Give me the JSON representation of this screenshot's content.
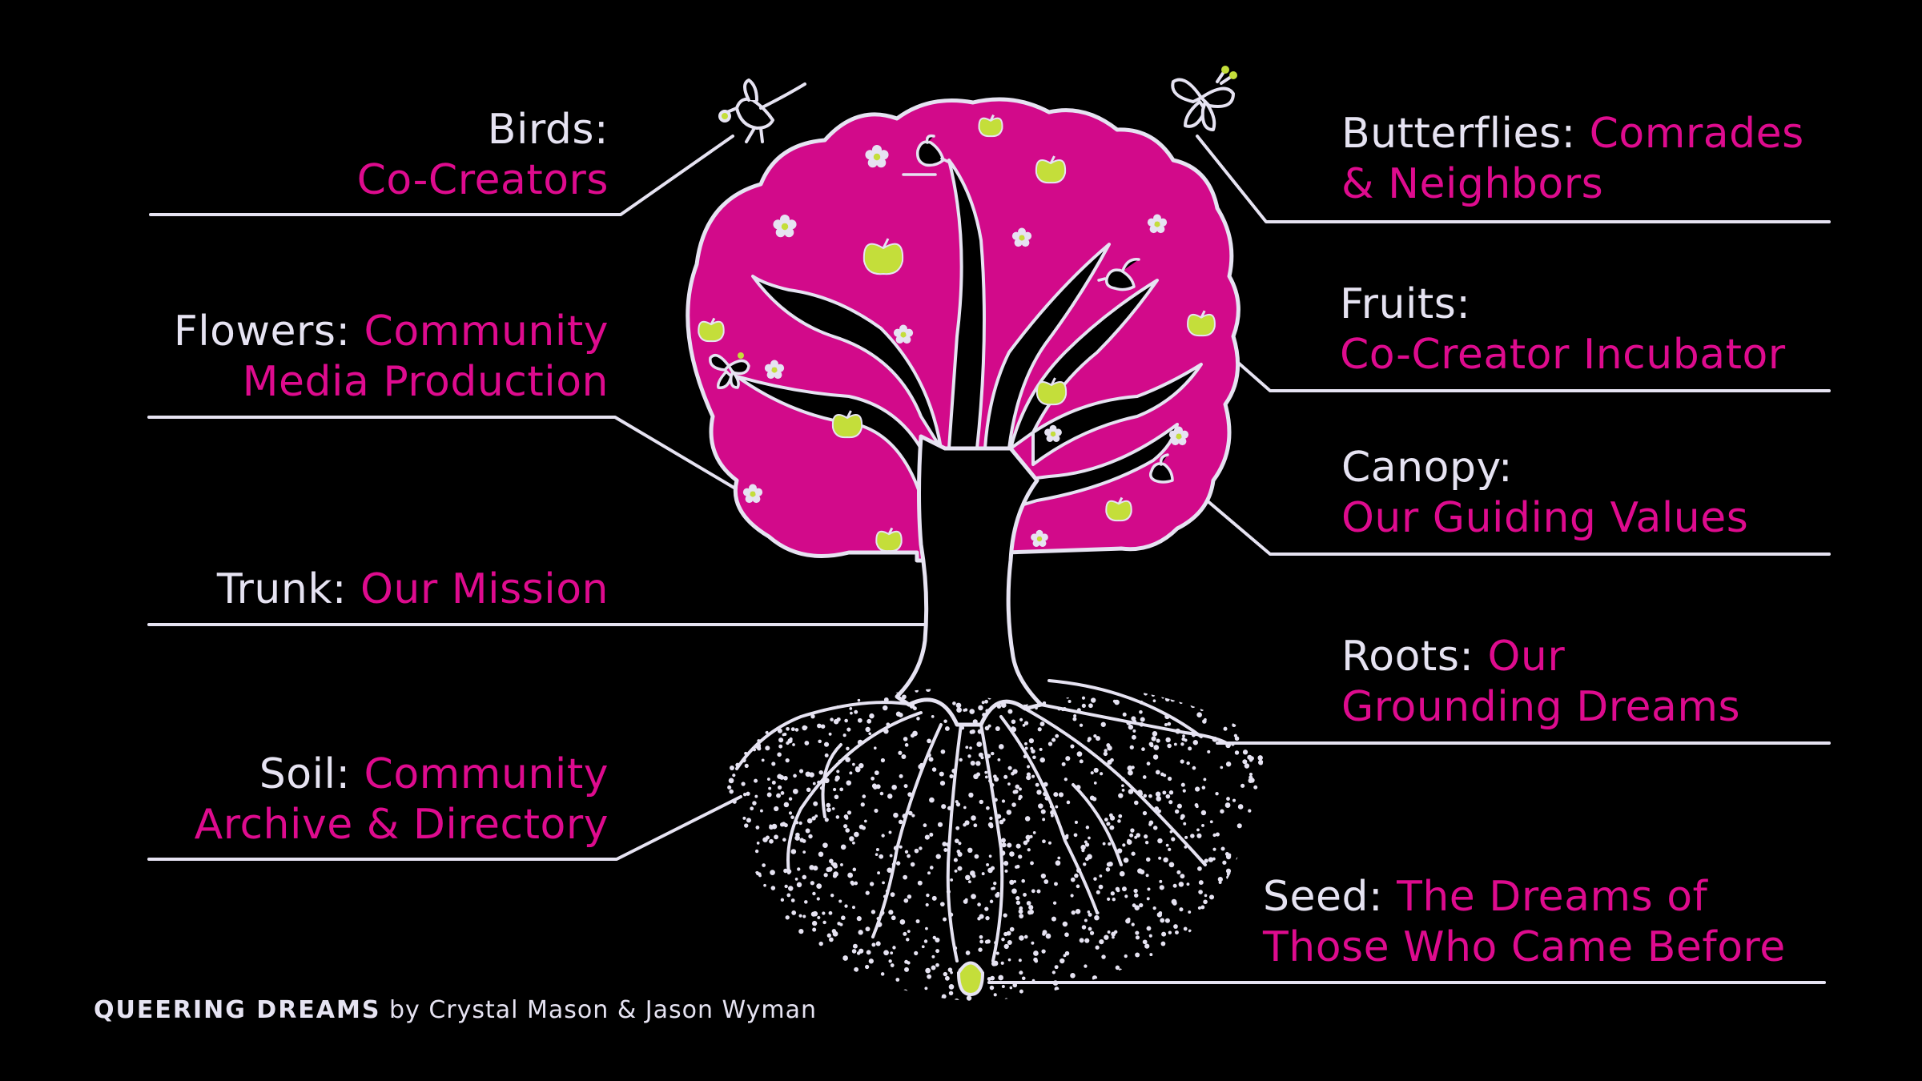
{
  "colors": {
    "background": "#000000",
    "canopy": "#d20a8a",
    "outline": "#e6e3f2",
    "fruit": "#c4de3a",
    "label_term": "#e6e3f2",
    "label_desc": "#de0b8e"
  },
  "labels": {
    "birds": {
      "term": "Birds:",
      "desc": "Co-Creators"
    },
    "flowers": {
      "term": "Flowers:",
      "desc_1": "Community",
      "desc_2": "Media Production"
    },
    "trunk": {
      "term": "Trunk:",
      "desc": "Our Mission"
    },
    "soil": {
      "term": "Soil:",
      "desc_1": "Community",
      "desc_2": "Archive & Directory"
    },
    "butterflies": {
      "term": "Butterflies:",
      "desc_1": "Comrades",
      "desc_2": "& Neighbors"
    },
    "fruits": {
      "term": "Fruits:",
      "desc": "Co-Creator Incubator"
    },
    "canopy": {
      "term": "Canopy:",
      "desc": "Our Guiding Values"
    },
    "roots": {
      "term": "Roots:",
      "desc_1": "Our",
      "desc_2": "Grounding Dreams"
    },
    "seed": {
      "term": "Seed:",
      "desc_1": "The Dreams of",
      "desc_2": "Those Who Came Before"
    }
  },
  "footer": {
    "brand": "QUEERING DREAMS",
    "credit": "by Crystal Mason & Jason Wyman"
  },
  "illustration": {
    "icons": [
      "tree-icon",
      "bird-icon",
      "butterfly-icon",
      "flower-icon",
      "fruit-icon",
      "seed-icon"
    ]
  }
}
